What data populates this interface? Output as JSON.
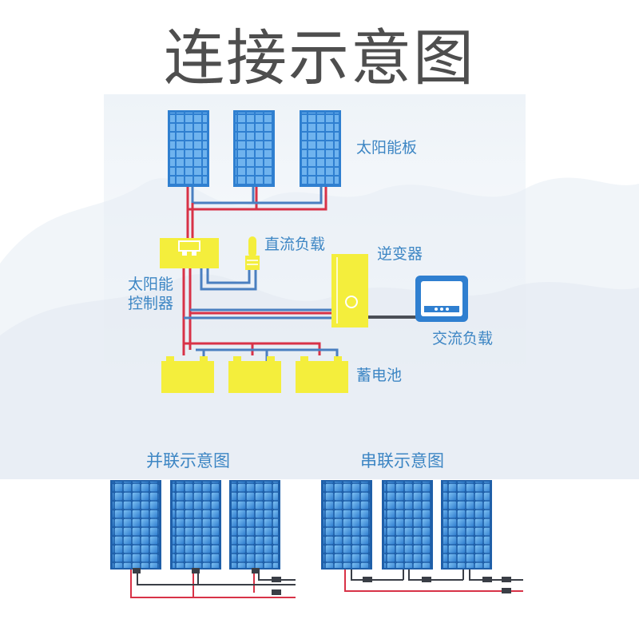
{
  "title": "连接示意图",
  "labels": {
    "solar_panel": "太阳能板",
    "dc_load": "直流负载",
    "inverter": "逆变器",
    "controller_line1": "太阳能",
    "controller_line2": "控制器",
    "ac_load": "交流负载",
    "battery": "蓄电池"
  },
  "parallel": {
    "title": "并联示意图"
  },
  "series": {
    "title": "串联示意图"
  },
  "colors": {
    "panel_blue": "#2f7fd0",
    "panel_cell": "#6fb3ee",
    "yellow": "#f4ee3c",
    "red_wire": "#d83247",
    "dark_wire": "#4a4e56",
    "label_blue": "#3d86c4"
  }
}
